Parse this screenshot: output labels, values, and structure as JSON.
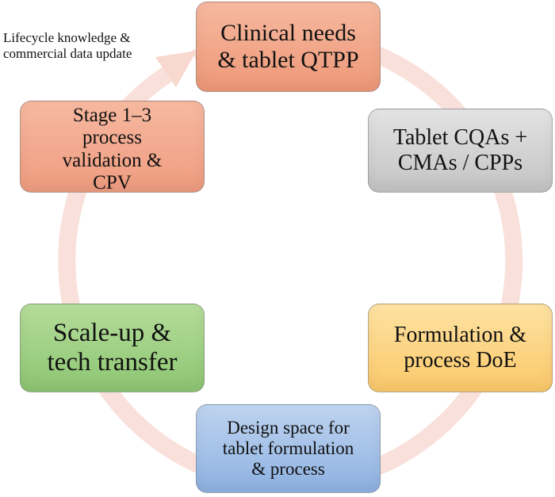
{
  "diagram": {
    "nodes": [
      {
        "id": "clinical",
        "label": "Clinical needs\n& tablet QTPP",
        "color": "#f1a585"
      },
      {
        "id": "cqa",
        "label": "Tablet CQAs +\nCMAs / CPPs",
        "color": "#d0d0d0"
      },
      {
        "id": "doe",
        "label": "Formulation &\nprocess DoE",
        "color": "#fdd07e"
      },
      {
        "id": "design",
        "label": "Design space for\ntablet formulation\n& process",
        "color": "#a1bfe8"
      },
      {
        "id": "scale",
        "label": "Scale-up &\ntech transfer",
        "color": "#9dcf81"
      },
      {
        "id": "validation",
        "label": "Stage 1–3\nprocess\nvalidation &\nCPV",
        "color": "#f2a98f"
      }
    ],
    "cycle_note": "Lifecycle knowledge &\ncommercial data update",
    "ring_color": "#f8ddd6"
  }
}
